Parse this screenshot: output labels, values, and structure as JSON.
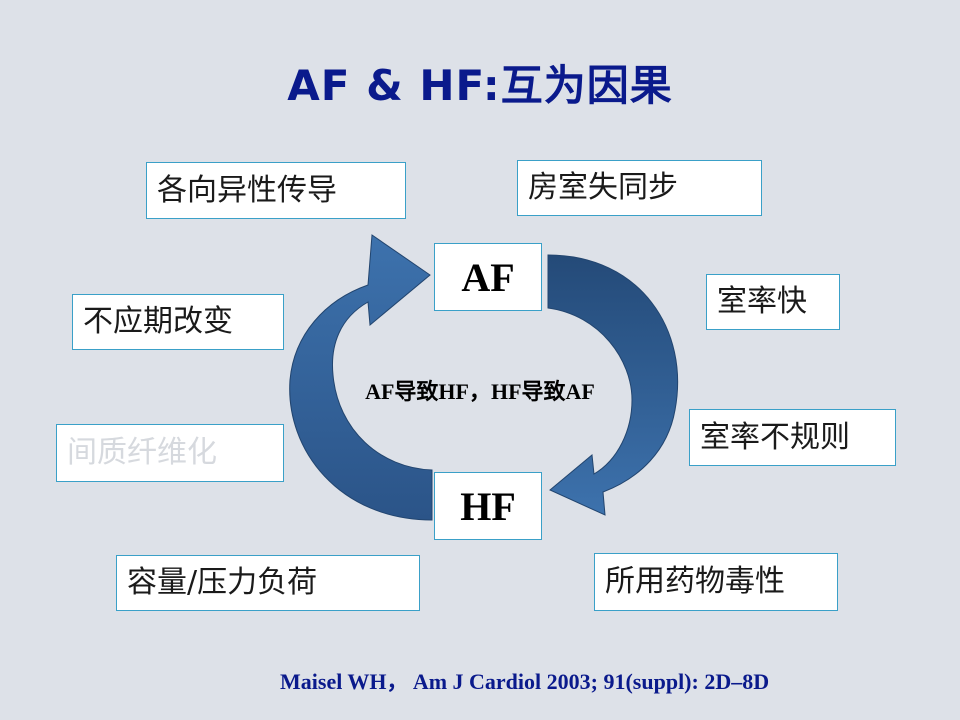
{
  "title": "AF & HF:互为因果",
  "nodes": {
    "af": "AF",
    "hf": "HF"
  },
  "center_label": "AF导致HF，HF导致AF",
  "factors": {
    "anisotropic_conduction": "各向异性传导",
    "av_dyssynchrony": "房室失同步",
    "refractory_change": "不应期改变",
    "fast_rate": "室率快",
    "interstitial_fibrosis": "间质纤维化",
    "irregular_rate": "室率不规则",
    "volume_pressure_load": "容量/压力负荷",
    "drug_toxicity": "所用药物毒性"
  },
  "citation": "Maisel WH， Am J Cardiol 2003; 91(suppl): 2D–8D",
  "colors": {
    "title": "#0a1a8c",
    "arrow": "#3566a0",
    "arrow_dark": "#254a78",
    "box_border": "#3aa0c8",
    "background": "#dde1e8"
  }
}
